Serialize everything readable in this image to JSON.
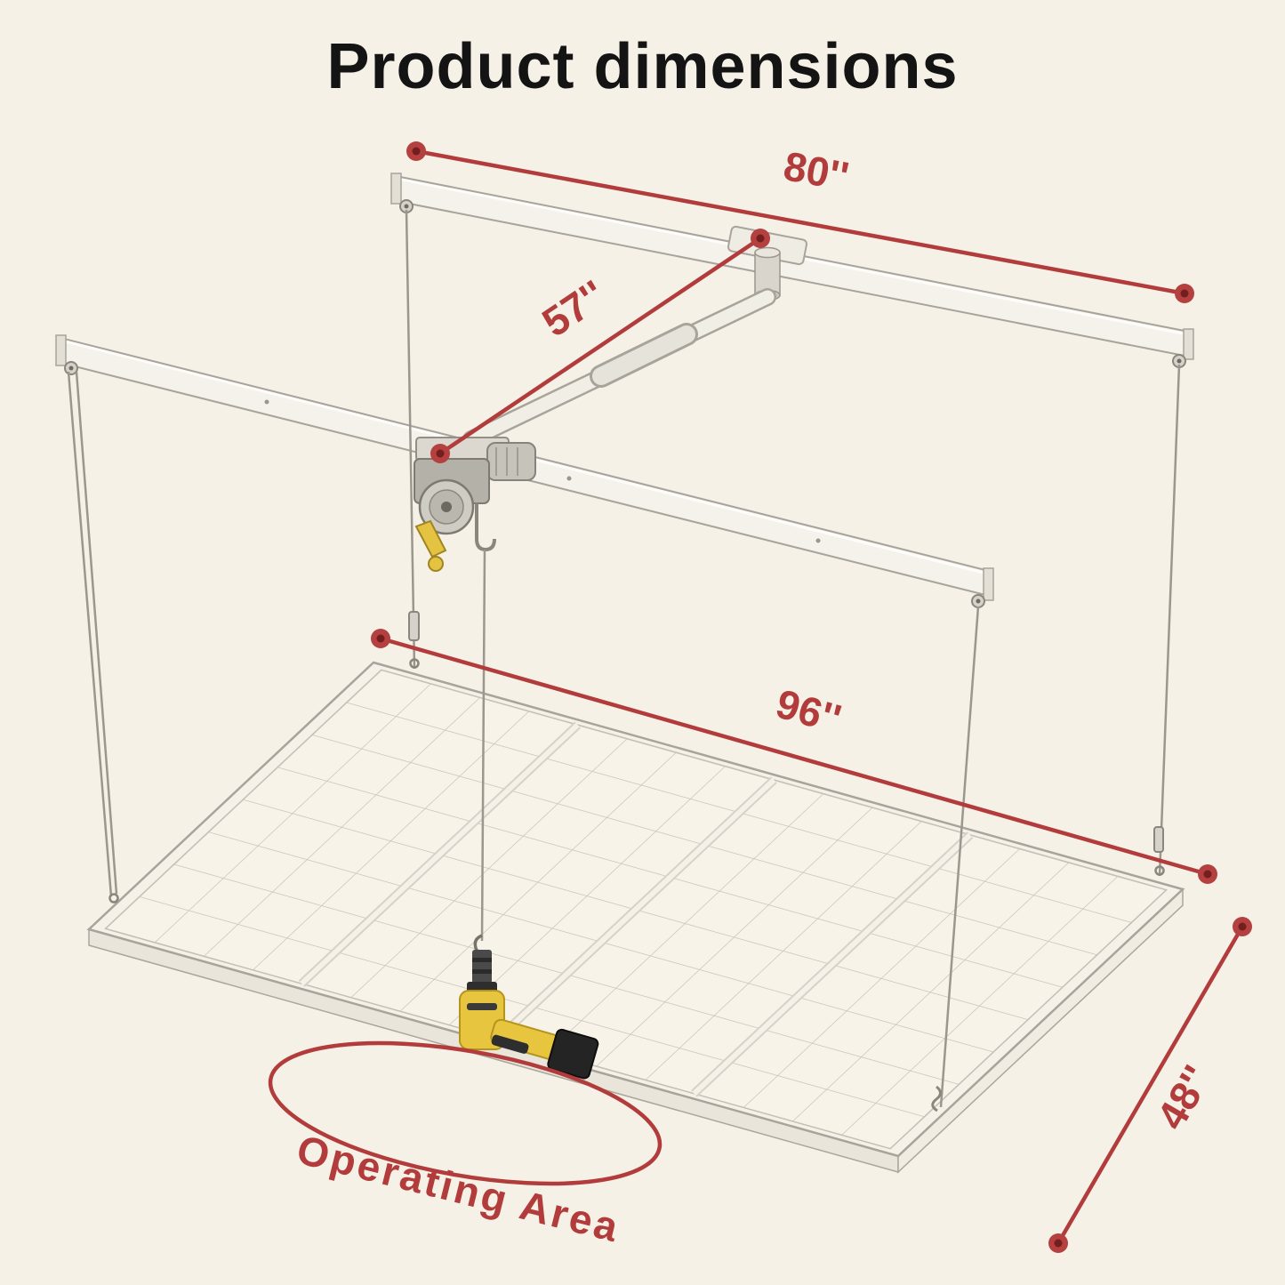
{
  "title": "Product dimensions",
  "annotations": {
    "top_rail_length": "80''",
    "cross_beam_length": "57''",
    "platform_length": "96''",
    "platform_width": "48''",
    "operating_area": "Operating Area"
  },
  "colors": {
    "background": "#f6f1e6",
    "accent_red": "#b23c3c",
    "dim_dot_fill": "#b54040",
    "dim_dot_core": "#731f1f",
    "title_text": "#141414",
    "structure_fill": "#f5f2eb",
    "structure_stroke": "#a8a49b",
    "cable_gray": "#9b978e",
    "drill_yellow": "#e8c53e",
    "drill_black": "#2b2b2b"
  }
}
